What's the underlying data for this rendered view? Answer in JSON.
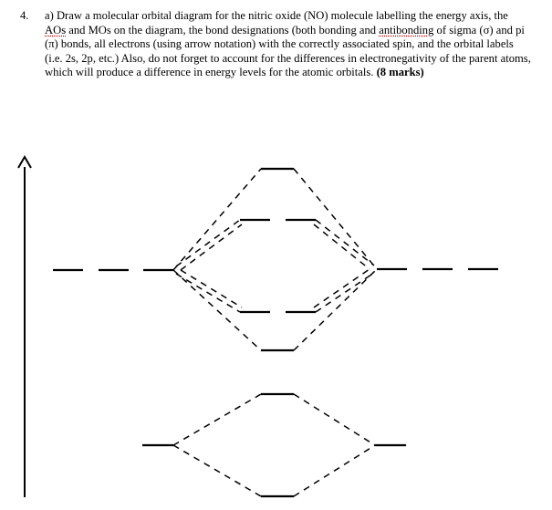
{
  "question": {
    "number": "4.",
    "part": "a)",
    "text_segments": [
      " Draw a molecular orbital diagram for the nitric oxide (NO) molecule labelling the energy axis, the ",
      "AOs",
      " and MOs on the diagram, the bond designations (both bonding and ",
      "antibonding",
      " of sigma (σ) and pi (π) bonds, all electrons (using arrow notation) with the correctly associated spin, and the orbital labels (i.e. 2s, 2p, etc.) Also, do not forget to account for the differences in electronegativity of the parent atoms, which will produce a difference in energy levels for the atomic orbitals. "
    ],
    "marks": "(8 marks)"
  },
  "colors": {
    "text": "#000000",
    "line": "#000000",
    "spellcheck": "#c00000"
  }
}
